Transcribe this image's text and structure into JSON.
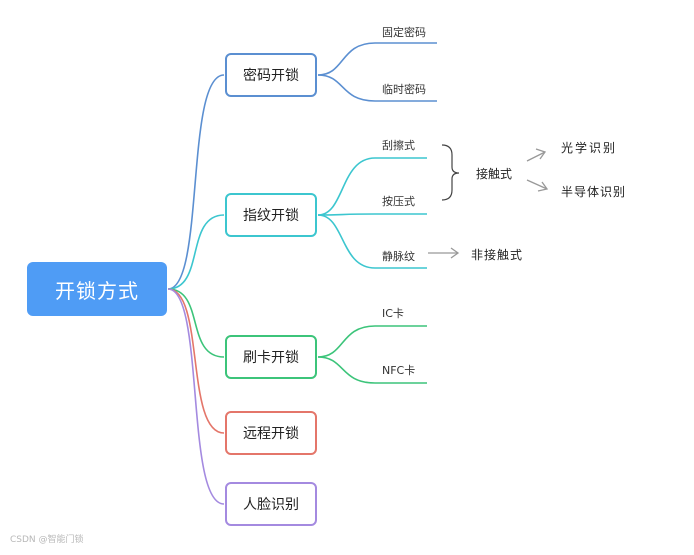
{
  "root": {
    "label": "开锁方式",
    "color": "#4f9cf5"
  },
  "branches": [
    {
      "label": "密码开锁",
      "color": "#5b8fd1",
      "children": [
        "固定密码",
        "临时密码"
      ]
    },
    {
      "label": "指纹开锁",
      "color": "#3cc6cf",
      "children": [
        "刮擦式",
        "按压式",
        "静脉纹"
      ]
    },
    {
      "label": "刷卡开锁",
      "color": "#3cc47a",
      "children": [
        "IC卡",
        "NFC卡"
      ]
    },
    {
      "label": "远程开锁",
      "color": "#e4766a",
      "children": []
    },
    {
      "label": "人脸识别",
      "color": "#a48ae0",
      "children": []
    }
  ],
  "annotations": {
    "contact": "接触式",
    "optical": "光学识别",
    "semiconductor": "半导体识别",
    "non_contact": "非接触式"
  },
  "watermark": "CSDN @智能门锁"
}
